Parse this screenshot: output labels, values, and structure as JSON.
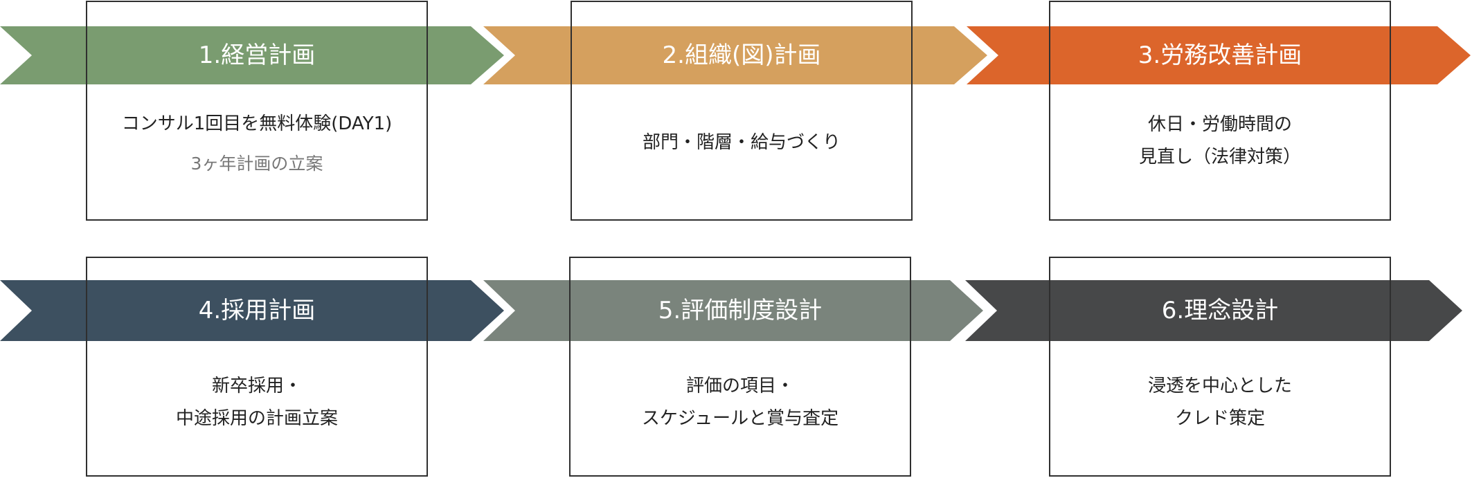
{
  "steps": [
    {
      "label": "1.経営計画",
      "color": "#7a9c70",
      "lines": [
        "コンサル1回目を無料体験(DAY1)"
      ],
      "sub": "3ヶ年計画の立案"
    },
    {
      "label": "2.組織(図)計画",
      "color": "#d5a05e",
      "lines": [
        "部門・階層・給与づくり"
      ]
    },
    {
      "label": "3.労務改善計画",
      "color": "#dc652b",
      "lines": [
        "休日・労働時間の",
        "見直し（法律対策）"
      ]
    },
    {
      "label": "4.採用計画",
      "color": "#3d5060",
      "lines": [
        "新卒採用・",
        "中途採用の計画立案"
      ]
    },
    {
      "label": "5.評価制度設計",
      "color": "#7a847c",
      "lines": [
        "評価の項目・",
        "スケジュールと賞与査定"
      ]
    },
    {
      "label": "6.理念設計",
      "color": "#474849",
      "lines": [
        "浸透を中心とした",
        "クレド策定"
      ]
    }
  ]
}
